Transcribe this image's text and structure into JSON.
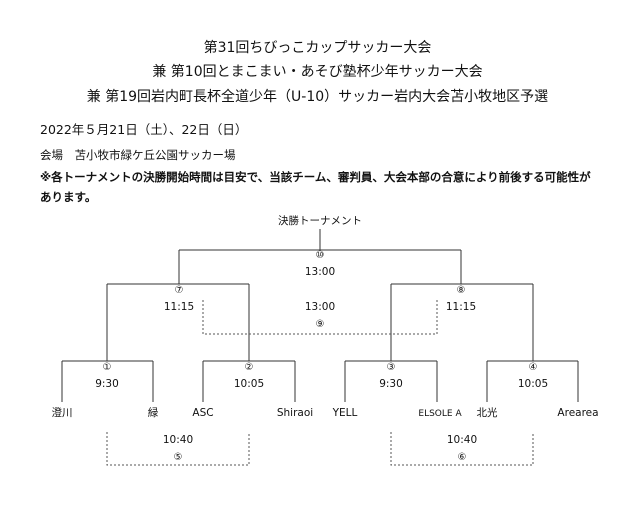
{
  "header": {
    "title1": "第31回ちびっこカップサッカー大会",
    "title2": "兼 第10回とまこまい・あそび塾杯少年サッカー大会",
    "title3": "兼 第19回岩内町長杯全道少年（U-10）サッカー岩内大会苫小牧地区予選",
    "date": "2022年５月21日（土）、22日（日）",
    "venue": "会場　苫小牧市緑ケ丘公園サッカー場",
    "note": "※各トーナメントの決勝開始時間は目安で、当該チーム、審判員、大会本部の合意により前後する可能性があります。"
  },
  "bracket": {
    "title": "決勝トーナメント",
    "final": {
      "num": "⑩",
      "time": "13:00"
    },
    "semi_left": {
      "num": "⑦",
      "time": "11:15"
    },
    "semi_right": {
      "num": "⑧",
      "time": "11:15"
    },
    "third_place": {
      "num": "⑨",
      "time": "13:00"
    },
    "m1": {
      "num": "①",
      "time": "9:30"
    },
    "m2": {
      "num": "②",
      "time": "10:05"
    },
    "m3": {
      "num": "③",
      "time": "9:30"
    },
    "m4": {
      "num": "④",
      "time": "10:05"
    },
    "m5": {
      "num": "⑤",
      "time": "10:40"
    },
    "m6": {
      "num": "⑥",
      "time": "10:40"
    },
    "teams": [
      "澄川",
      "緑",
      "ASC",
      "Shiraoi",
      "YELL",
      "ELSOLE A",
      "北光",
      "Arearea"
    ]
  }
}
